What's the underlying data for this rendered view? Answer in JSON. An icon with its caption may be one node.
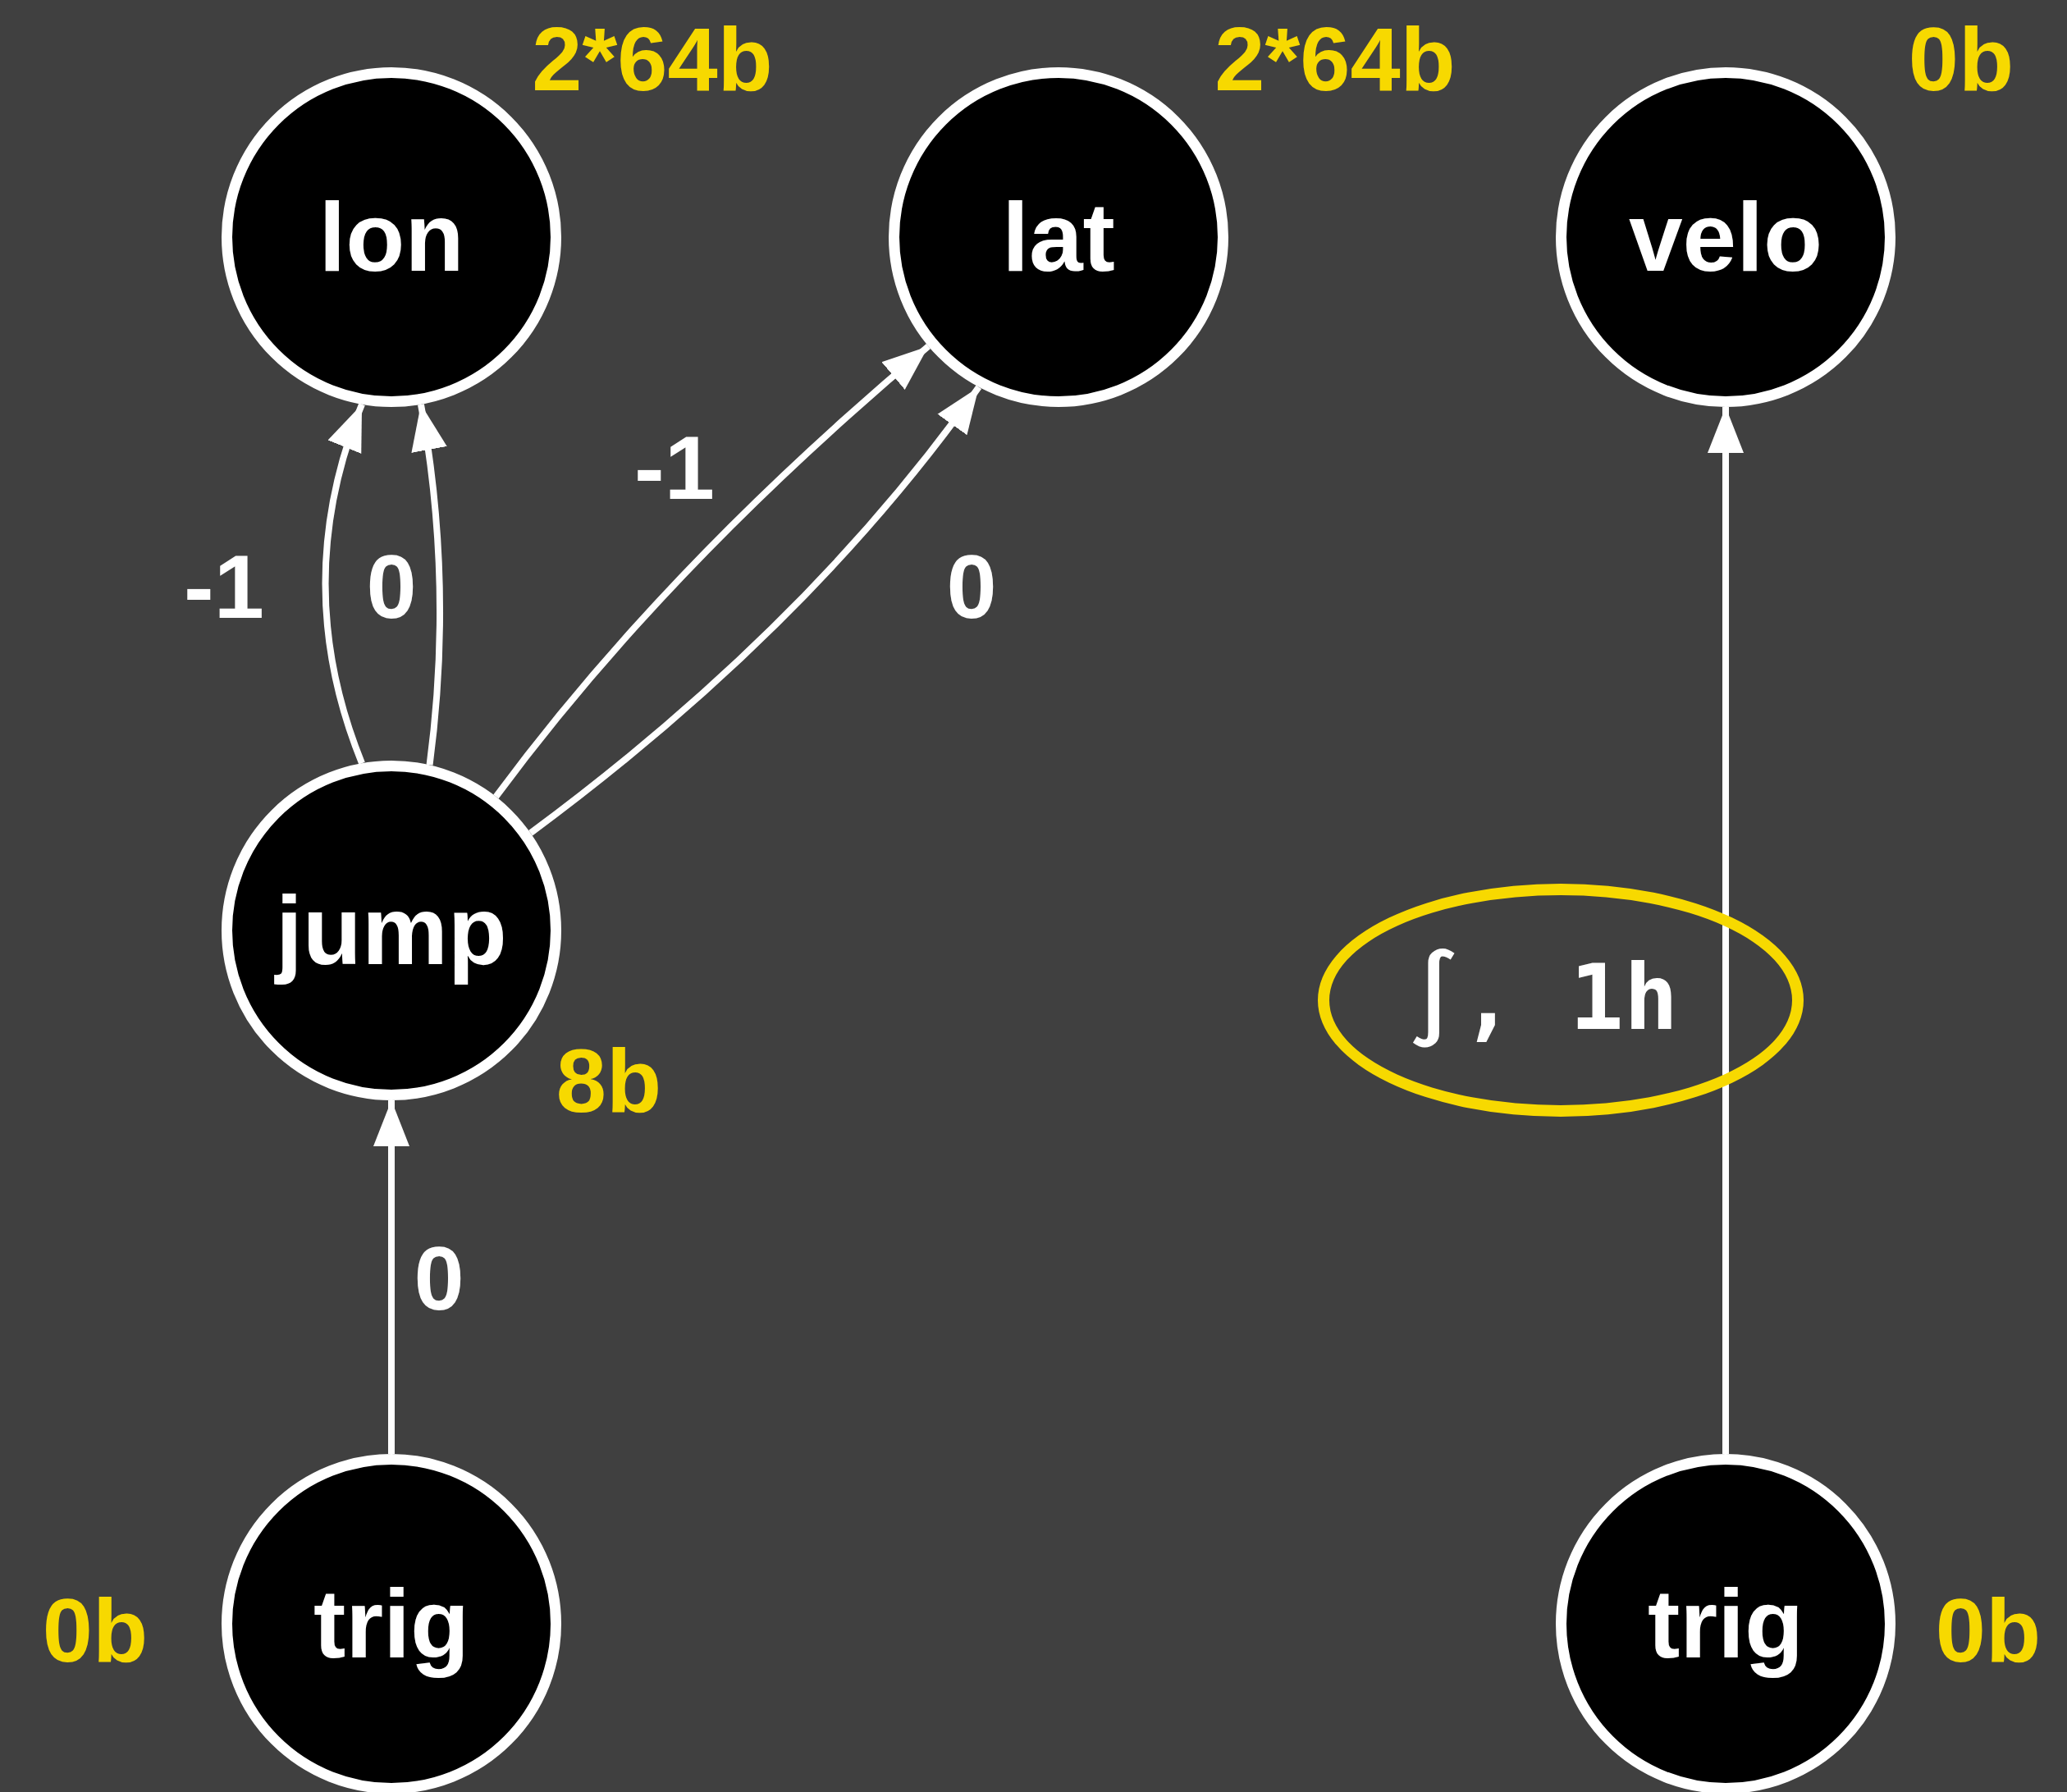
{
  "diagram": {
    "nodes": [
      {
        "text": [
          "lon"
        ],
        "beside": [
          "2*64b"
        ]
      },
      {
        "text": [
          "lat"
        ],
        "beside": [
          "2*64b"
        ]
      },
      {
        "text": [
          "velo"
        ],
        "beside": [
          "0b"
        ]
      },
      {
        "text": [
          "jump"
        ],
        "beside": [
          "8b"
        ]
      },
      {
        "text": [
          "trig"
        ],
        "beside": [
          "0b"
        ]
      },
      {
        "text": [
          "trig"
        ],
        "beside": [
          "0b"
        ]
      }
    ],
    "edges": [
      {
        "from": 3,
        "to": 0,
        "arrow": "to",
        "label": "-1"
      },
      {
        "from": 3,
        "to": 0,
        "arrow": "to",
        "label": "0"
      },
      {
        "from": 3,
        "to": 1,
        "arrow": "to",
        "label": "-1"
      },
      {
        "from": 3,
        "to": 1,
        "arrow": "to",
        "label": "0"
      },
      {
        "from": 4,
        "to": 3,
        "arrow": "to",
        "label": "0"
      },
      {
        "from": 5,
        "to": 2,
        "arrow": "to",
        "label": "∫, 1h"
      }
    ]
  }
}
